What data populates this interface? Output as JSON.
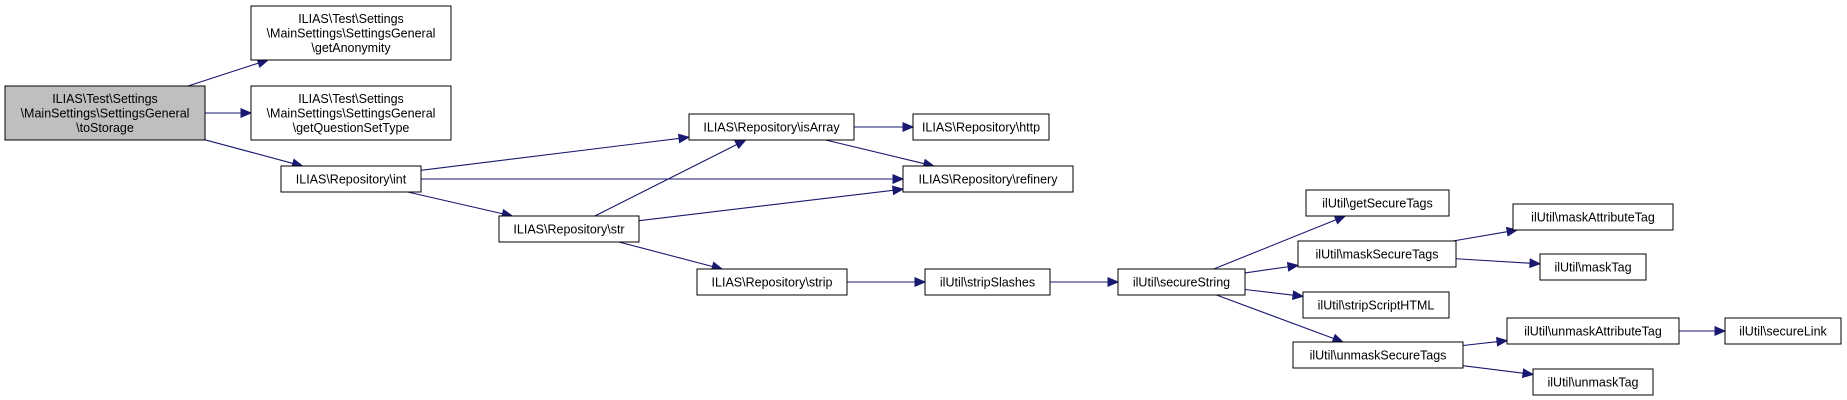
{
  "colors": {
    "edge": "#191970",
    "root_fill": "#bfbfbf",
    "node_fill": "#ffffff",
    "border": "#000000"
  },
  "nodes": [
    {
      "id": "toStorage",
      "lines": [
        "ILIAS\\Test\\Settings",
        "\\MainSettings\\SettingsGeneral",
        "\\toStorage"
      ],
      "root": true
    },
    {
      "id": "getAnonymity",
      "lines": [
        "ILIAS\\Test\\Settings",
        "\\MainSettings\\SettingsGeneral",
        "\\getAnonymity"
      ]
    },
    {
      "id": "getQuestionSetType",
      "lines": [
        "ILIAS\\Test\\Settings",
        "\\MainSettings\\SettingsGeneral",
        "\\getQuestionSetType"
      ]
    },
    {
      "id": "int",
      "lines": [
        "ILIAS\\Repository\\int"
      ]
    },
    {
      "id": "isArray",
      "lines": [
        "ILIAS\\Repository\\isArray"
      ]
    },
    {
      "id": "str",
      "lines": [
        "ILIAS\\Repository\\str"
      ]
    },
    {
      "id": "http",
      "lines": [
        "ILIAS\\Repository\\http"
      ]
    },
    {
      "id": "refinery",
      "lines": [
        "ILIAS\\Repository\\refinery"
      ]
    },
    {
      "id": "strip",
      "lines": [
        "ILIAS\\Repository\\strip"
      ]
    },
    {
      "id": "stripSlashes",
      "lines": [
        "ilUtil\\stripSlashes"
      ]
    },
    {
      "id": "secureString",
      "lines": [
        "ilUtil\\secureString"
      ]
    },
    {
      "id": "getSecureTags",
      "lines": [
        "ilUtil\\getSecureTags"
      ]
    },
    {
      "id": "maskSecureTags",
      "lines": [
        "ilUtil\\maskSecureTags"
      ]
    },
    {
      "id": "stripScriptHTML",
      "lines": [
        "ilUtil\\stripScriptHTML"
      ]
    },
    {
      "id": "unmaskSecureTags",
      "lines": [
        "ilUtil\\unmaskSecureTags"
      ]
    },
    {
      "id": "maskAttributeTag",
      "lines": [
        "ilUtil\\maskAttributeTag"
      ]
    },
    {
      "id": "maskTag",
      "lines": [
        "ilUtil\\maskTag"
      ]
    },
    {
      "id": "unmaskAttributeTag",
      "lines": [
        "ilUtil\\unmaskAttributeTag"
      ]
    },
    {
      "id": "unmaskTag",
      "lines": [
        "ilUtil\\unmaskTag"
      ]
    },
    {
      "id": "secureLink",
      "lines": [
        "ilUtil\\secureLink"
      ]
    }
  ],
  "edges": [
    [
      "toStorage",
      "getAnonymity"
    ],
    [
      "toStorage",
      "getQuestionSetType"
    ],
    [
      "toStorage",
      "int"
    ],
    [
      "int",
      "isArray"
    ],
    [
      "int",
      "refinery"
    ],
    [
      "int",
      "str"
    ],
    [
      "isArray",
      "http"
    ],
    [
      "isArray",
      "refinery"
    ],
    [
      "str",
      "isArray"
    ],
    [
      "str",
      "refinery"
    ],
    [
      "str",
      "strip"
    ],
    [
      "strip",
      "stripSlashes"
    ],
    [
      "stripSlashes",
      "secureString"
    ],
    [
      "secureString",
      "getSecureTags"
    ],
    [
      "secureString",
      "maskSecureTags"
    ],
    [
      "secureString",
      "stripScriptHTML"
    ],
    [
      "secureString",
      "unmaskSecureTags"
    ],
    [
      "maskSecureTags",
      "maskAttributeTag"
    ],
    [
      "maskSecureTags",
      "maskTag"
    ],
    [
      "unmaskSecureTags",
      "unmaskAttributeTag"
    ],
    [
      "unmaskSecureTags",
      "unmaskTag"
    ],
    [
      "unmaskAttributeTag",
      "secureLink"
    ]
  ]
}
